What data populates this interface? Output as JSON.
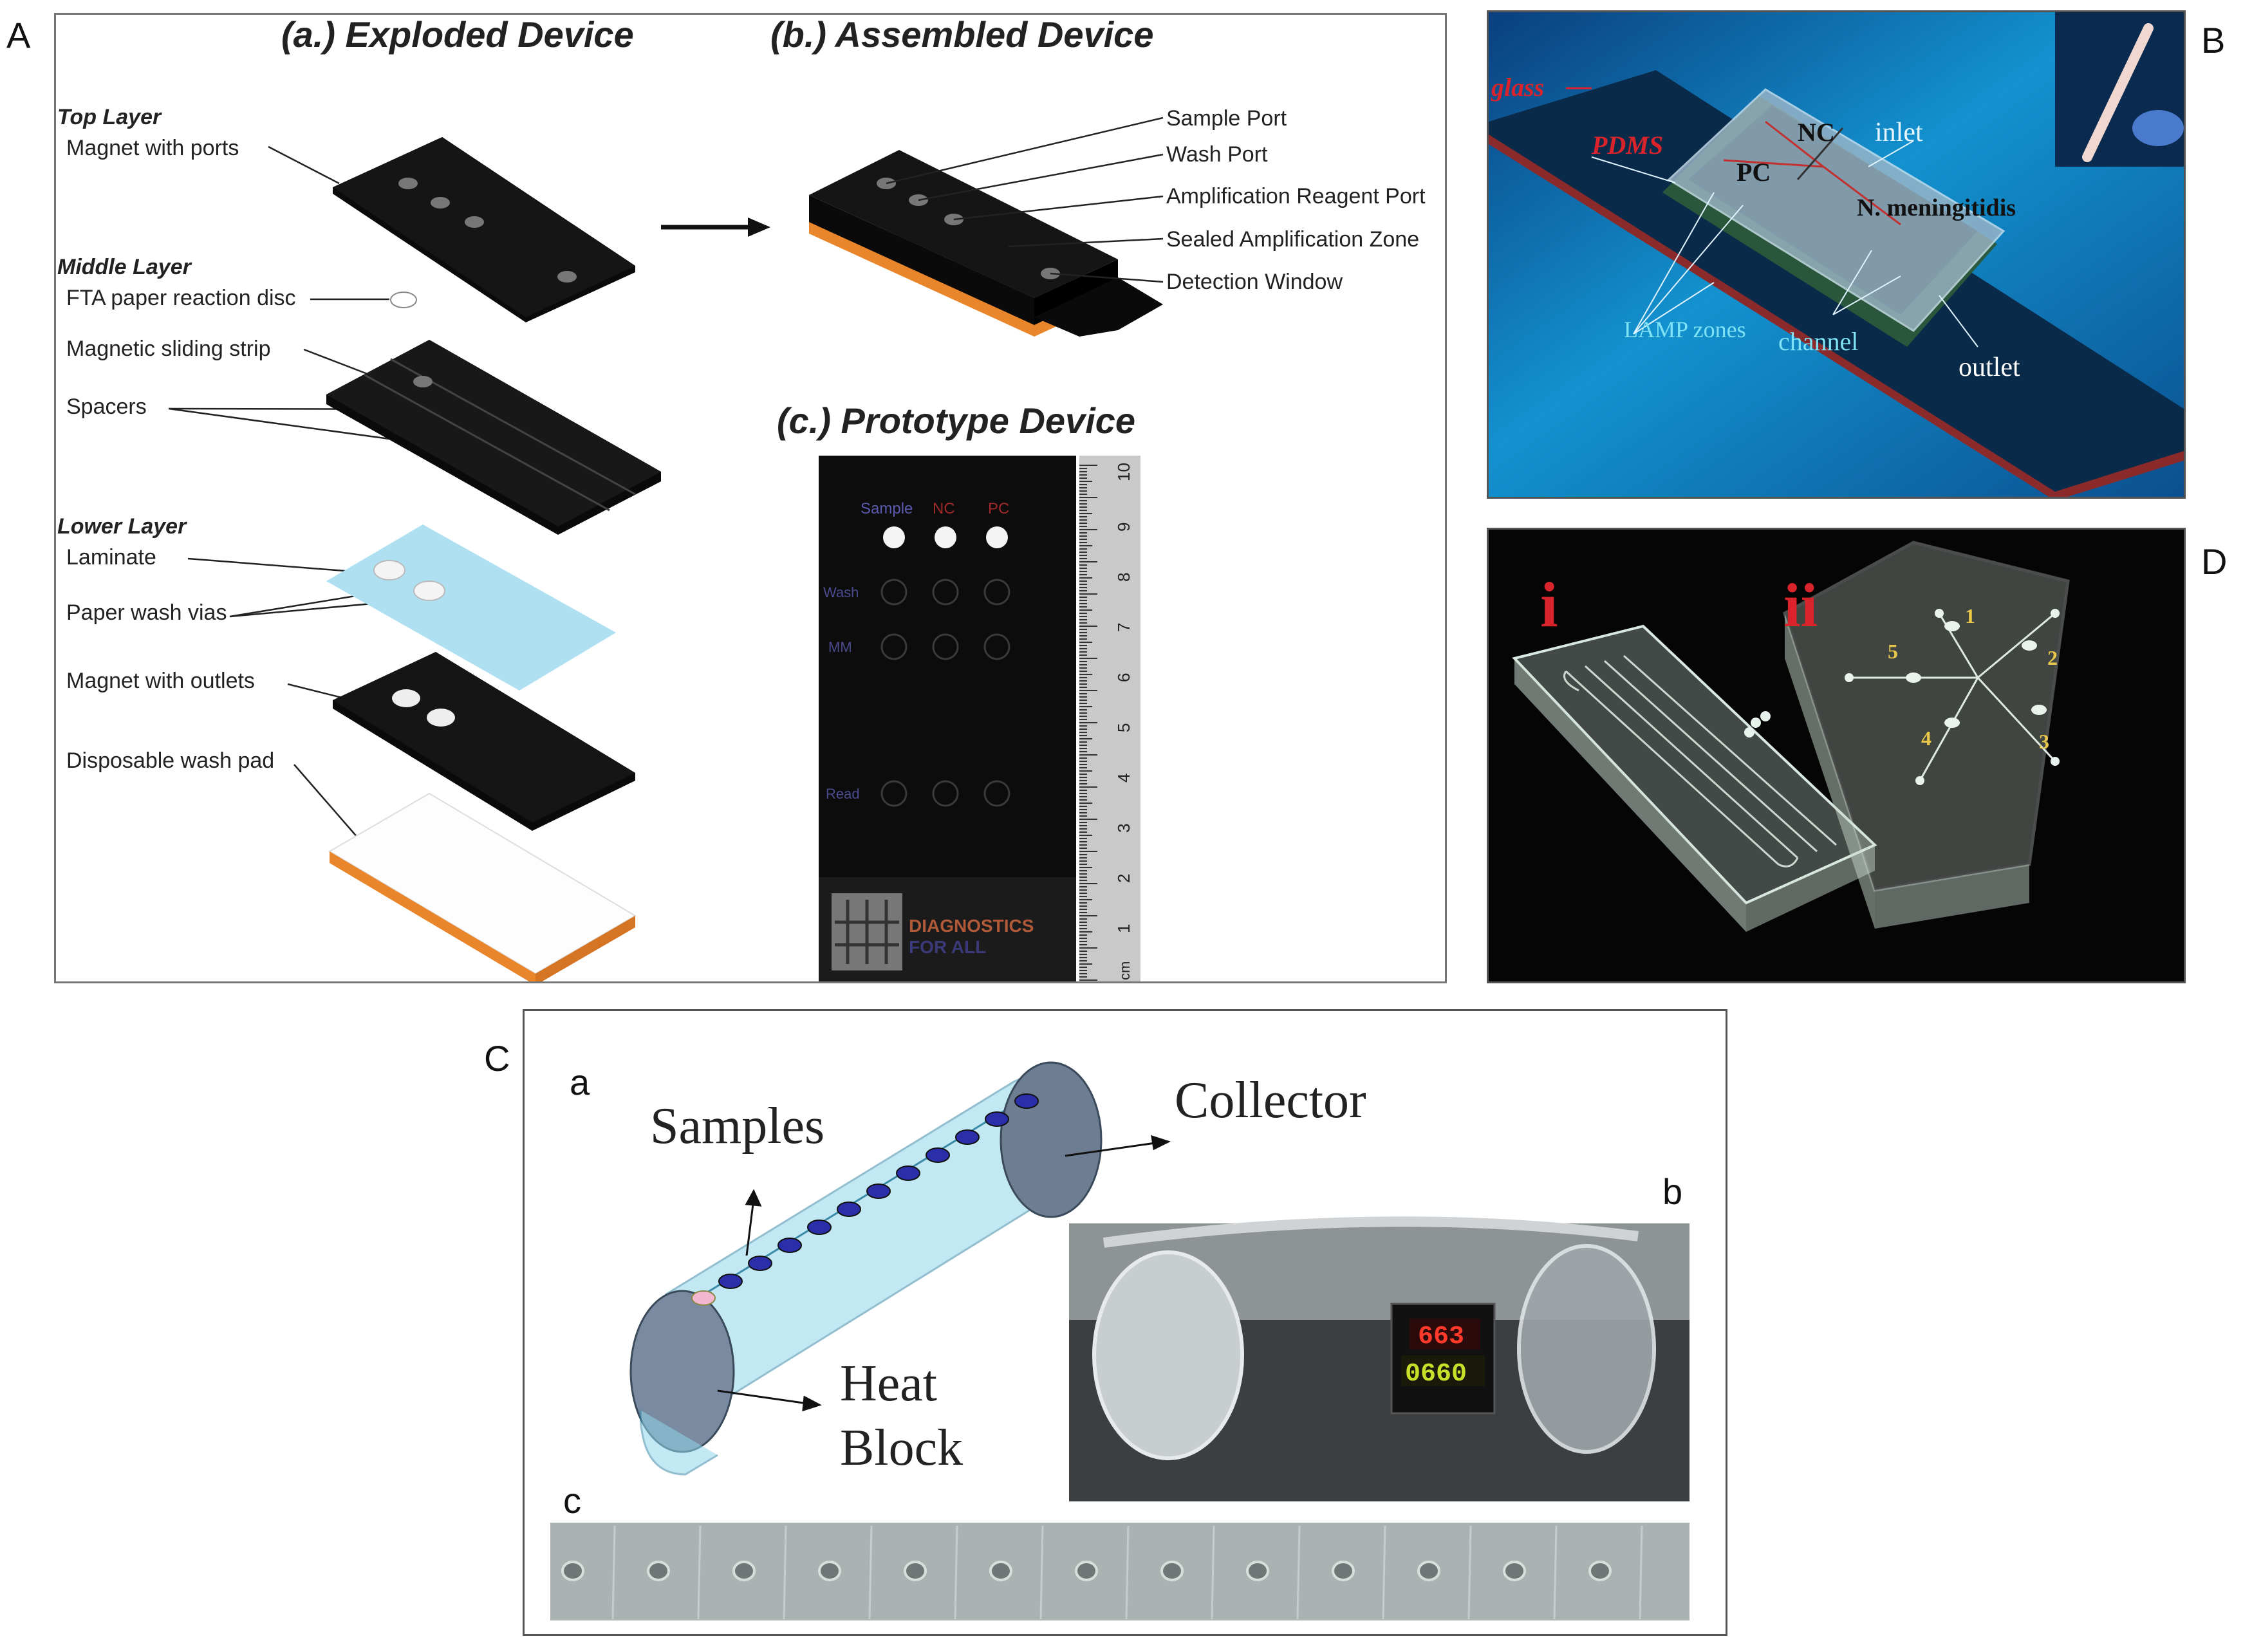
{
  "panels": {
    "A": "A",
    "B": "B",
    "C": "C",
    "D": "D"
  },
  "panelA": {
    "title_a": "(a.) Exploded Device",
    "title_b": "(b.) Assembled Device",
    "title_c": "(c.) Prototype Device",
    "top_layer": "Top Layer",
    "magnet_ports": "Magnet with ports",
    "middle_layer": "Middle Layer",
    "fta_disc": "FTA paper reaction disc",
    "sliding_strip": "Magnetic sliding strip",
    "spacers": "Spacers",
    "lower_layer": "Lower Layer",
    "laminate": "Laminate",
    "wash_vias": "Paper wash vias",
    "magnet_outlets": "Magnet with outlets",
    "wash_pad": "Disposable wash pad",
    "sample_port": "Sample Port",
    "wash_port": "Wash Port",
    "amp_port": "Amplification Reagent Port",
    "sealed_zone": "Sealed Amplification Zone",
    "detection_window": "Detection Window",
    "proto": {
      "sample": "Sample",
      "nc": "NC",
      "pc": "PC",
      "wash": "Wash",
      "mm": "MM",
      "read": "Read",
      "brand1": "DIAGNOSTICS",
      "brand2": "FOR ALL",
      "ruler_unit": "cm",
      "ruler_ticks": [
        "10",
        "9",
        "8",
        "7",
        "6",
        "5",
        "4",
        "3",
        "2",
        "1"
      ]
    }
  },
  "panelB": {
    "glass": "glass",
    "pdms": "PDMS",
    "nc": "NC",
    "inlet": "inlet",
    "pc": "PC",
    "nm": "N. meningitidis",
    "lamp": "LAMP zones",
    "channel": "channel",
    "outlet": "outlet"
  },
  "panelC": {
    "a": "a",
    "b": "b",
    "c": "c",
    "samples": "Samples",
    "collector": "Collector",
    "heat1": "Heat",
    "heat2": "Block",
    "display_top": "663",
    "display_bottom": "0660"
  },
  "panelD": {
    "i": "i",
    "ii": "ii",
    "numbers": [
      "1",
      "2",
      "3",
      "4",
      "5"
    ]
  },
  "colors": {
    "orange": "#e9852a",
    "black": "#111111",
    "laminate": "#aee0f2",
    "panelB_bg": "#0e6fa8",
    "red": "#d8242a",
    "panelC_cyan": "#8fd6ea"
  }
}
